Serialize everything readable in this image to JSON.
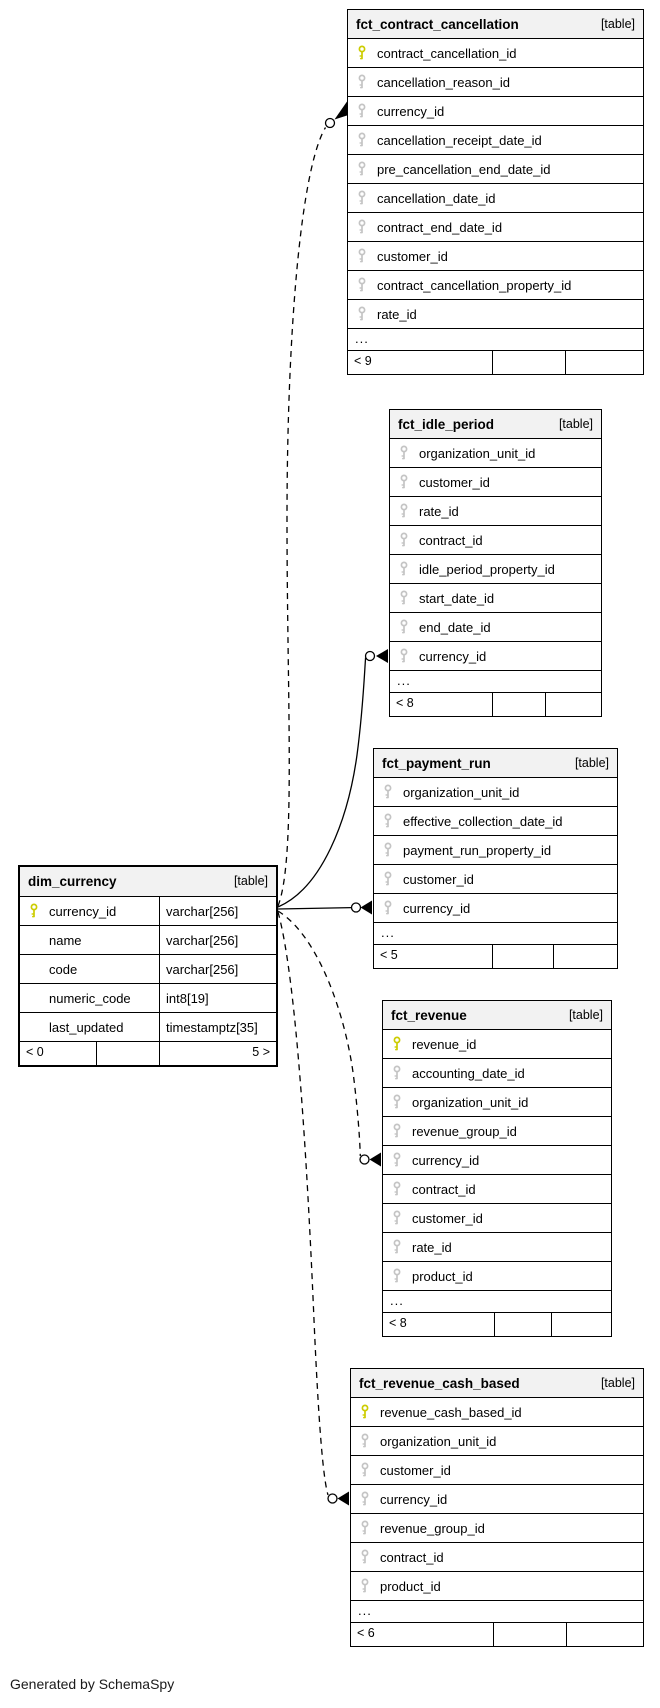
{
  "page": {
    "credit": "Generated by SchemaSpy"
  },
  "colors": {
    "primary_key_icon": "#cccc00",
    "foreign_key_icon": "#c4c4c4",
    "header_bg": "#f2f2f2",
    "border": "#000000",
    "background": "#ffffff"
  },
  "icons": {
    "primary_key": "yellow-key-icon",
    "foreign_key": "gray-key-icon"
  },
  "tables": [
    {
      "name": "fct_contract_cancellation",
      "badge": "[table]",
      "columns": [
        {
          "name": "contract_cancellation_id",
          "key": "pk"
        },
        {
          "name": "cancellation_reason_id",
          "key": "fk"
        },
        {
          "name": "currency_id",
          "key": "fk"
        },
        {
          "name": "cancellation_receipt_date_id",
          "key": "fk"
        },
        {
          "name": "pre_cancellation_end_date_id",
          "key": "fk"
        },
        {
          "name": "cancellation_date_id",
          "key": "fk"
        },
        {
          "name": "contract_end_date_id",
          "key": "fk"
        },
        {
          "name": "customer_id",
          "key": "fk"
        },
        {
          "name": "contract_cancellation_property_id",
          "key": "fk"
        },
        {
          "name": "rate_id",
          "key": "fk"
        }
      ],
      "more": "...",
      "footer": {
        "left": "< 9",
        "mid": "",
        "right": ""
      }
    },
    {
      "name": "fct_idle_period",
      "badge": "[table]",
      "columns": [
        {
          "name": "organization_unit_id",
          "key": "fk"
        },
        {
          "name": "customer_id",
          "key": "fk"
        },
        {
          "name": "rate_id",
          "key": "fk"
        },
        {
          "name": "contract_id",
          "key": "fk"
        },
        {
          "name": "idle_period_property_id",
          "key": "fk"
        },
        {
          "name": "start_date_id",
          "key": "fk"
        },
        {
          "name": "end_date_id",
          "key": "fk"
        },
        {
          "name": "currency_id",
          "key": "fk"
        }
      ],
      "more": "...",
      "footer": {
        "left": "< 8",
        "mid": "",
        "right": ""
      }
    },
    {
      "name": "fct_payment_run",
      "badge": "[table]",
      "columns": [
        {
          "name": "organization_unit_id",
          "key": "fk"
        },
        {
          "name": "effective_collection_date_id",
          "key": "fk"
        },
        {
          "name": "payment_run_property_id",
          "key": "fk"
        },
        {
          "name": "customer_id",
          "key": "fk"
        },
        {
          "name": "currency_id",
          "key": "fk"
        }
      ],
      "more": "...",
      "footer": {
        "left": "< 5",
        "mid": "",
        "right": ""
      }
    },
    {
      "name": "dim_currency",
      "badge": "[table]",
      "columns": [
        {
          "name": "currency_id",
          "key": "pk",
          "type": "varchar[256]"
        },
        {
          "name": "name",
          "key": "none",
          "type": "varchar[256]"
        },
        {
          "name": "code",
          "key": "none",
          "type": "varchar[256]"
        },
        {
          "name": "numeric_code",
          "key": "none",
          "type": "int8[19]"
        },
        {
          "name": "last_updated",
          "key": "none",
          "type": "timestamptz[35]"
        }
      ],
      "footer": {
        "left": "< 0",
        "mid": "",
        "right": "5 >"
      }
    },
    {
      "name": "fct_revenue",
      "badge": "[table]",
      "columns": [
        {
          "name": "revenue_id",
          "key": "pk"
        },
        {
          "name": "accounting_date_id",
          "key": "fk"
        },
        {
          "name": "organization_unit_id",
          "key": "fk"
        },
        {
          "name": "revenue_group_id",
          "key": "fk"
        },
        {
          "name": "currency_id",
          "key": "fk"
        },
        {
          "name": "contract_id",
          "key": "fk"
        },
        {
          "name": "customer_id",
          "key": "fk"
        },
        {
          "name": "rate_id",
          "key": "fk"
        },
        {
          "name": "product_id",
          "key": "fk"
        }
      ],
      "more": "...",
      "footer": {
        "left": "< 8",
        "mid": "",
        "right": ""
      }
    },
    {
      "name": "fct_revenue_cash_based",
      "badge": "[table]",
      "columns": [
        {
          "name": "revenue_cash_based_id",
          "key": "pk"
        },
        {
          "name": "organization_unit_id",
          "key": "fk"
        },
        {
          "name": "customer_id",
          "key": "fk"
        },
        {
          "name": "currency_id",
          "key": "fk"
        },
        {
          "name": "revenue_group_id",
          "key": "fk"
        },
        {
          "name": "contract_id",
          "key": "fk"
        },
        {
          "name": "product_id",
          "key": "fk"
        }
      ],
      "more": "...",
      "footer": {
        "left": "< 6",
        "mid": "",
        "right": ""
      }
    }
  ],
  "relationships": [
    {
      "from": "dim_currency.currency_id",
      "to": "fct_contract_cancellation.currency_id",
      "style": "dashed"
    },
    {
      "from": "dim_currency.currency_id",
      "to": "fct_idle_period.currency_id",
      "style": "solid"
    },
    {
      "from": "dim_currency.currency_id",
      "to": "fct_payment_run.currency_id",
      "style": "solid"
    },
    {
      "from": "dim_currency.currency_id",
      "to": "fct_revenue.currency_id",
      "style": "dashed"
    },
    {
      "from": "dim_currency.currency_id",
      "to": "fct_revenue_cash_based.currency_id",
      "style": "dashed"
    }
  ]
}
